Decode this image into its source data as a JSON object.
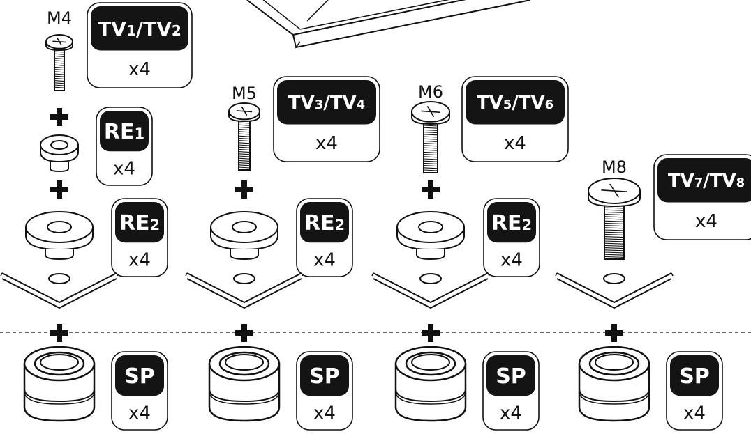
{
  "columns": [
    {
      "screw_label": "M4",
      "screw_tag": {
        "main": "TV",
        "sub1": "1",
        "mid": "/TV",
        "sub2": "2"
      },
      "screw_qty": "x4",
      "re1_tag": {
        "main": "RE",
        "sub": "1"
      },
      "re1_qty": "x4",
      "re2_tag": {
        "main": "RE",
        "sub": "2"
      },
      "re2_qty": "x4",
      "sp_tag": "SP",
      "sp_qty": "x4"
    },
    {
      "screw_label": "M5",
      "screw_tag": {
        "main": "TV",
        "sub1": "3",
        "mid": "/TV",
        "sub2": "4"
      },
      "screw_qty": "x4",
      "re2_tag": {
        "main": "RE",
        "sub": "2"
      },
      "re2_qty": "x4",
      "sp_tag": "SP",
      "sp_qty": "x4"
    },
    {
      "screw_label": "M6",
      "screw_tag": {
        "main": "TV",
        "sub1": "5",
        "mid": "/TV",
        "sub2": "6"
      },
      "screw_qty": "x4",
      "re2_tag": {
        "main": "RE",
        "sub": "2"
      },
      "re2_qty": "x4",
      "sp_tag": "SP",
      "sp_qty": "x4"
    },
    {
      "screw_label": "M8",
      "screw_tag": {
        "main": "TV",
        "sub1": "7",
        "mid": "/TV",
        "sub2": "8"
      },
      "screw_qty": "x4",
      "sp_tag": "SP",
      "sp_qty": "x4"
    }
  ],
  "colors": {
    "tag_fill": "#141414",
    "line": "#111111",
    "paper": "#ffffff"
  },
  "icons": [
    "screw-icon",
    "washer-icon",
    "spacer-icon",
    "plus-icon",
    "mounting-plate-icon",
    "tv-corner-icon"
  ]
}
